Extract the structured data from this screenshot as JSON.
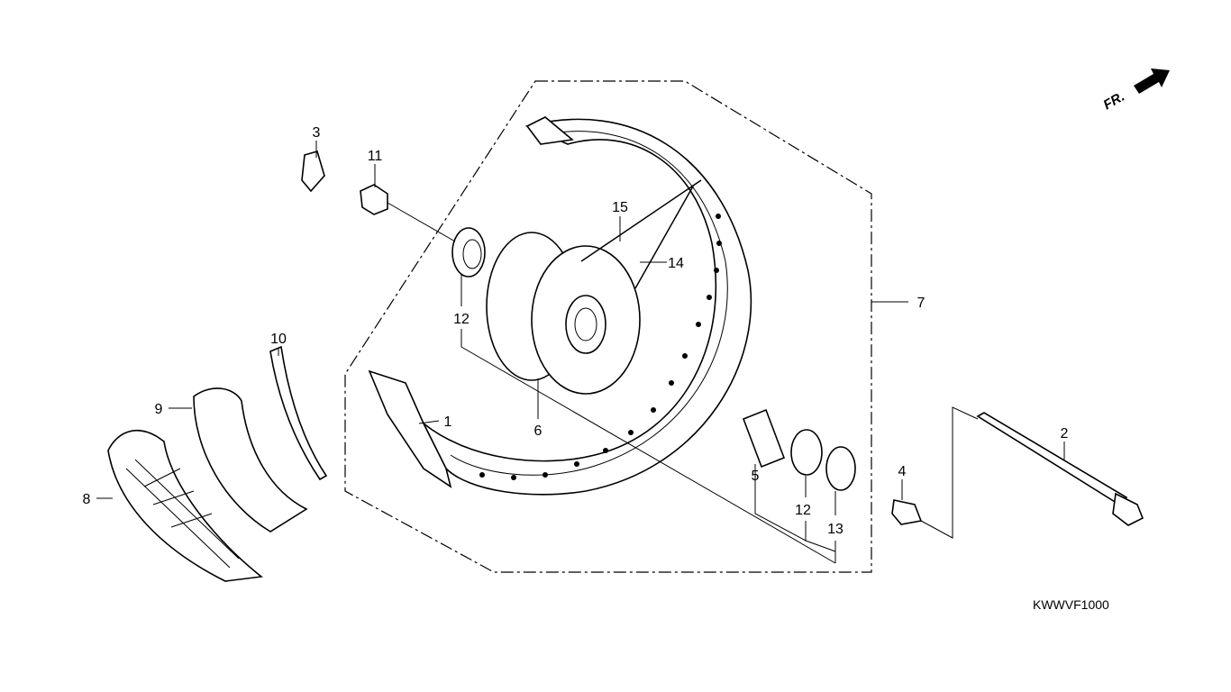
{
  "diagram": {
    "title_code": "KWWVF1000",
    "front_indicator": "FR.",
    "callouts": [
      {
        "id": "1",
        "label": "1"
      },
      {
        "id": "2",
        "label": "2"
      },
      {
        "id": "3",
        "label": "3"
      },
      {
        "id": "4",
        "label": "4"
      },
      {
        "id": "5",
        "label": "5"
      },
      {
        "id": "6",
        "label": "6"
      },
      {
        "id": "7",
        "label": "7"
      },
      {
        "id": "8",
        "label": "8"
      },
      {
        "id": "9",
        "label": "9"
      },
      {
        "id": "10",
        "label": "10"
      },
      {
        "id": "11",
        "label": "11"
      },
      {
        "id": "12a",
        "label": "12"
      },
      {
        "id": "12b",
        "label": "12"
      },
      {
        "id": "13",
        "label": "13"
      },
      {
        "id": "14",
        "label": "14"
      },
      {
        "id": "15",
        "label": "15"
      }
    ]
  }
}
